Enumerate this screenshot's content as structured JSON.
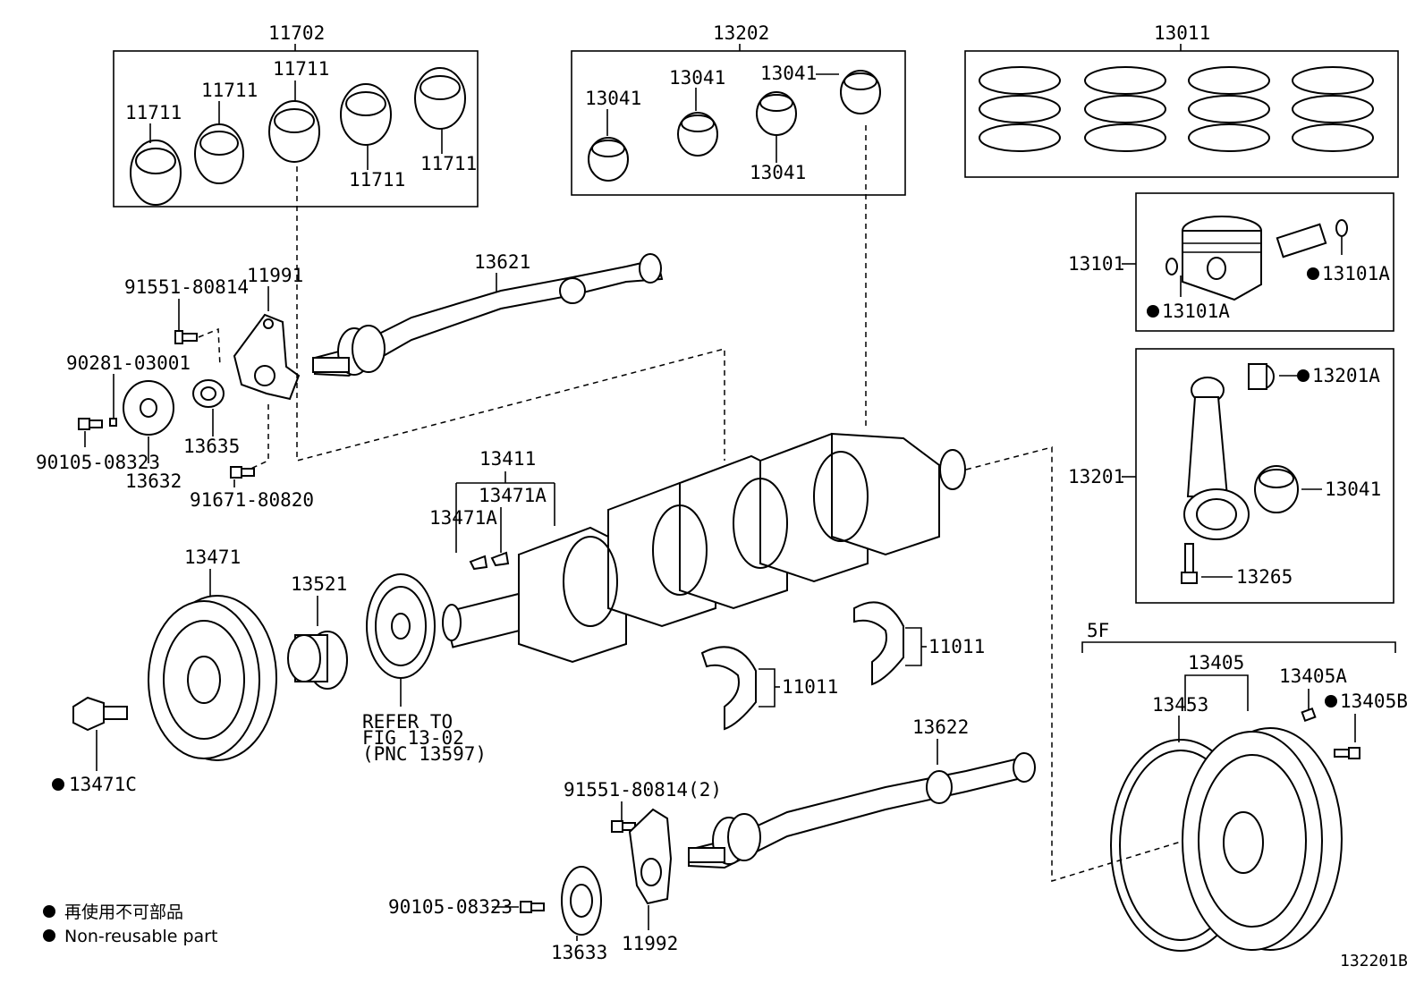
{
  "labels": {
    "p11702": "11702",
    "p11711": "11711",
    "p13202": "13202",
    "p13041": "13041",
    "p13011": "13011",
    "p13101": "13101",
    "p13101A": "13101A",
    "p13621": "13621",
    "p11991": "11991",
    "p91551_80814": "91551-80814",
    "p90281_03001": "90281-03001",
    "p13635": "13635",
    "p90105_08323": "90105-08323",
    "p13632": "13632",
    "p91671_80820": "91671-80820",
    "p13411": "13411",
    "p13471A": "13471A",
    "p13201A": "13201A",
    "p13201": "13201",
    "p13265": "13265",
    "p13471": "13471",
    "p13521": "13521",
    "p13471C": "13471C",
    "refer1": "REFER TO",
    "refer2": "FIG 13-02",
    "refer3": "(PNC 13597)",
    "p11011": "11011",
    "p13622": "13622",
    "p91551_80814_2": "91551-80814(2)",
    "p13633": "13633",
    "p11992": "11992",
    "p5F": "5F",
    "p13405": "13405",
    "p13405A": "13405A",
    "p13405B": "13405B",
    "p13453": "13453",
    "figure_id": "132201B"
  },
  "legend": {
    "jp": "再使用不可部品",
    "en": "Non-reusable part"
  },
  "colors": {
    "ink": "#000000",
    "paper": "#ffffff"
  }
}
